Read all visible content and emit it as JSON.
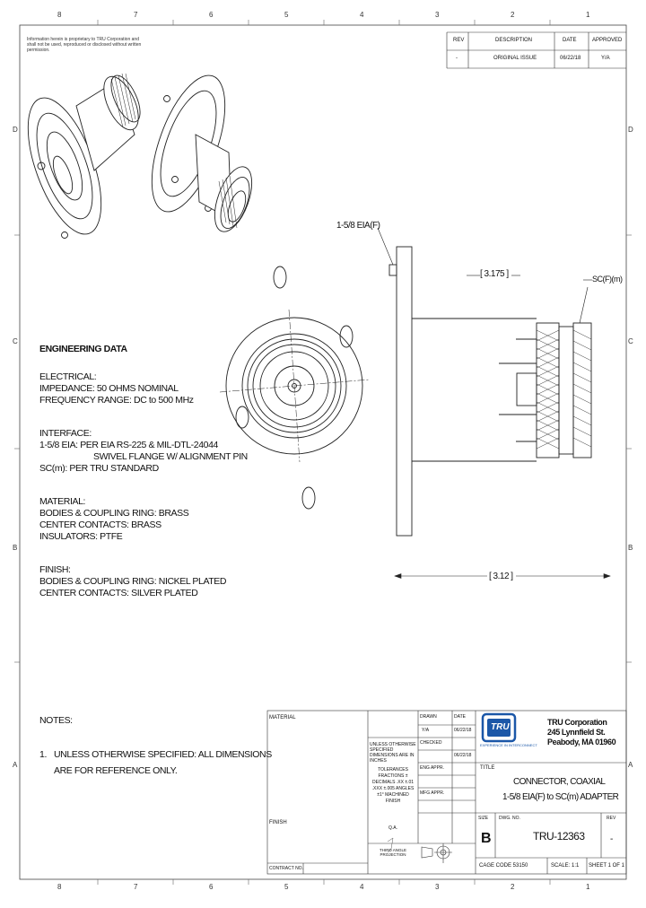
{
  "zones": {
    "top": [
      "8",
      "7",
      "6",
      "5",
      "4",
      "3",
      "2",
      "1"
    ],
    "bottom": [
      "8",
      "7",
      "6",
      "5",
      "4",
      "3",
      "2",
      "1"
    ],
    "left": [
      "D",
      "C",
      "B",
      "A"
    ],
    "right": [
      "D",
      "C",
      "B",
      "A"
    ]
  },
  "proprietary_note": "Information herein is proprietary to TRU Corporation and shall not be used, reproduced or disclosed without written permission.",
  "revision_table": {
    "headers": [
      "REV",
      "DESCRIPTION",
      "DATE",
      "APPROVED"
    ],
    "rows": [
      [
        "-",
        "ORIGINAL ISSUE",
        "06/22/18",
        "Y/A"
      ]
    ]
  },
  "dims": {
    "flange": "1-5/8 EIA(F)",
    "length_top": "[ 3.175 ]",
    "length_bottom": "[ 3.12 ]",
    "sc": "SC(F)(m)"
  },
  "engineering": {
    "title": "ENGINEERING DATA",
    "electrical_title": "ELECTRICAL:",
    "impedance": "IMPEDANCE: 50 OHMS NOMINAL",
    "freq": "FREQUENCY RANGE: DC to 500 MHz",
    "interface_title": "INTERFACE:",
    "if1": "1-5/8 EIA: PER EIA RS-225 & MIL-DTL-24044",
    "if2": "SWIVEL FLANGE W/ ALIGNMENT PIN",
    "if3": "SC(m): PER TRU STANDARD",
    "material_title": "MATERIAL:",
    "mat1": "BODIES & COUPLING RING: BRASS",
    "mat2": "CENTER CONTACTS: BRASS",
    "mat3": "INSULATORS: PTFE",
    "finish_title": "FINISH:",
    "fin1": "BODIES & COUPLING RING: NICKEL PLATED",
    "fin2": "CENTER CONTACTS: SILVER PLATED"
  },
  "notes": {
    "title": "NOTES:",
    "n1_num": "1.",
    "n1": "UNLESS OTHERWISE SPECIFIED: ALL DIMENSIONS",
    "n1b": "ARE FOR REFERENCE ONLY."
  },
  "title_block": {
    "material": "MATERIAL",
    "finish": "FINISH",
    "contract": "CONTRACT NO.",
    "drawn": "DRAWN",
    "checked": "CHECKED",
    "eng_appr": "ENG APPR.",
    "mfg_appr": "MFG APPR.",
    "date": "DATE",
    "qa": "Q.A.",
    "drawn_by": "Y/A",
    "drawn_date": "06/22/18",
    "checked_date": "06/22/18",
    "dims_note": "UNLESS OTHERWISE SPECIFIED DIMENSIONS ARE IN INCHES",
    "tolerances": "TOLERANCES FRACTIONS ± DECIMALS .XX ±.01 .XXX ±.005 ANGLES ±1° MACHINED FINISH",
    "third_angle": "THIRD ANGLE PROJECTION",
    "company": "TRU Corporation",
    "address1": "245 Lynnfield St.",
    "address2": "Peabody, MA 01960",
    "tagline": "EXPERIENCE IN INTERCONNECT",
    "logo": "TRU",
    "title_label": "TITLE",
    "title1": "CONNECTOR, COAXIAL",
    "title2": "1-5/8 EIA(F) to SC(m) ADAPTER",
    "size_label": "SIZE",
    "size": "B",
    "dwg_label": "DWG. NO.",
    "dwg": "TRU-12363",
    "rev_label": "REV",
    "rev": "-",
    "cage": "CAGE CODE 53150",
    "scale": "SCALE: 1:1",
    "sheet": "SHEET 1 OF 1"
  }
}
